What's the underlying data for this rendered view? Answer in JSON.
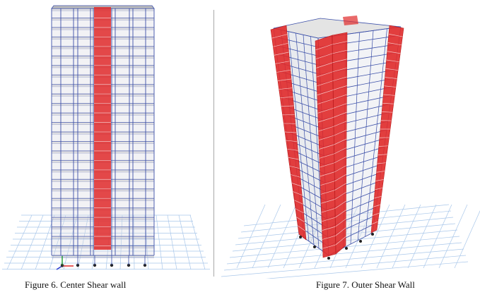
{
  "figures": [
    {
      "id": "figure-6",
      "caption": "Figure 6. Center Shear wall",
      "wall_position": "center"
    },
    {
      "id": "figure-7",
      "caption": "Figure 7. Outer Shear Wall",
      "wall_position": "outer"
    }
  ],
  "colors": {
    "frame": "#3b4fa8",
    "floor_slab": "#c9c9c9",
    "shear_wall": "#e02a2a",
    "shear_wall_dark": "#b81c1c",
    "ground_grid": "#a9c7ea",
    "background": "#ffffff"
  },
  "icons": [
    "axis-triad-icon"
  ]
}
